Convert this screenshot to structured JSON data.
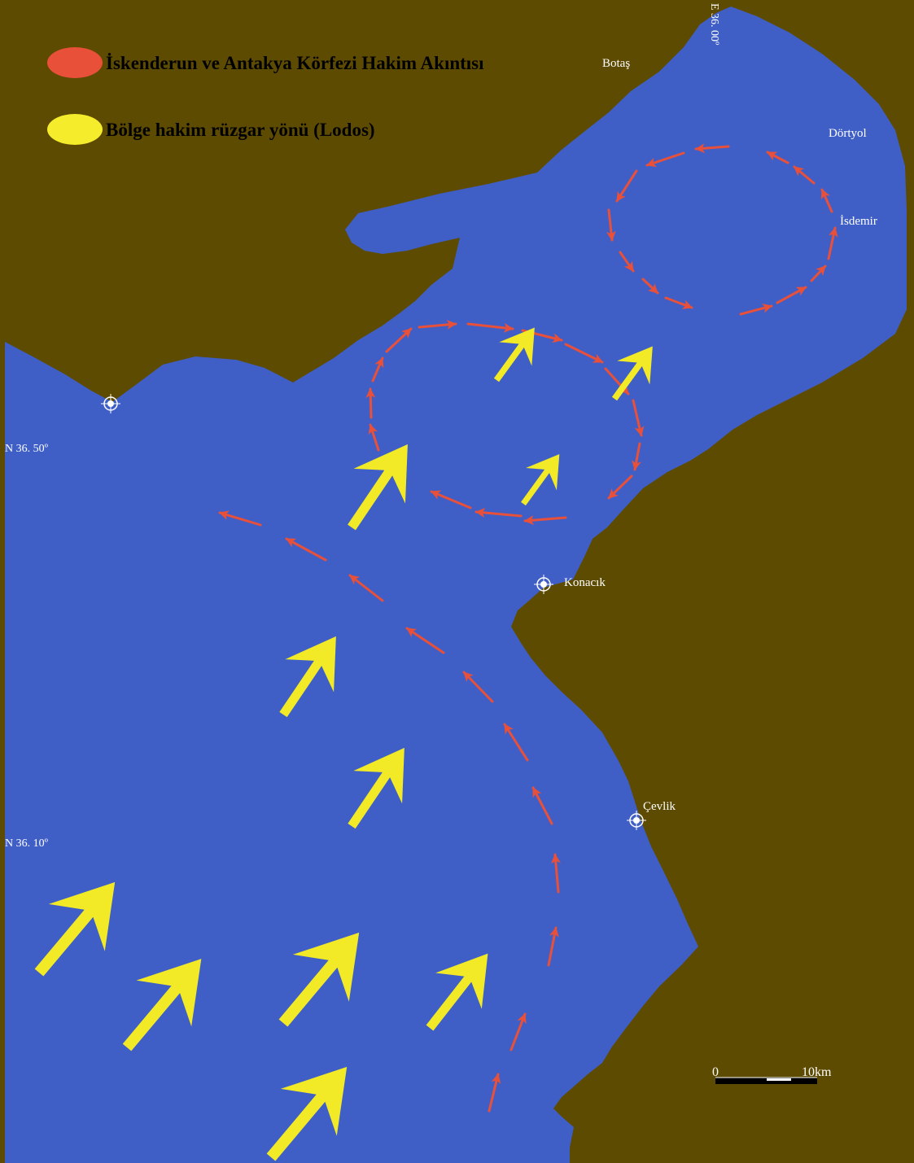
{
  "legend": {
    "current_label": "İskenderun ve Antakya Körfezi Hakim Akıntısı",
    "wind_label": "Bölge hakim rüzgar yönü (Lodos)"
  },
  "places": {
    "botas": "Botaş",
    "dortyol": "Dörtyol",
    "isdemir": "İsdemir",
    "konacik": "Konacık",
    "cevlik": "Çevlik"
  },
  "coords": {
    "lon_top": "E 36. 00º",
    "lat_upper": "N 36. 50º",
    "lat_lower": "N 36. 10º"
  },
  "scale": {
    "zero": "0",
    "distance": "10km"
  },
  "colors": {
    "land": "#5e4b02",
    "sea": "#3f5fc7",
    "current": "#e8503a",
    "wind": "#f2ea26",
    "legend_current": "#e8503a",
    "legend_wind": "#f5ec2c"
  }
}
